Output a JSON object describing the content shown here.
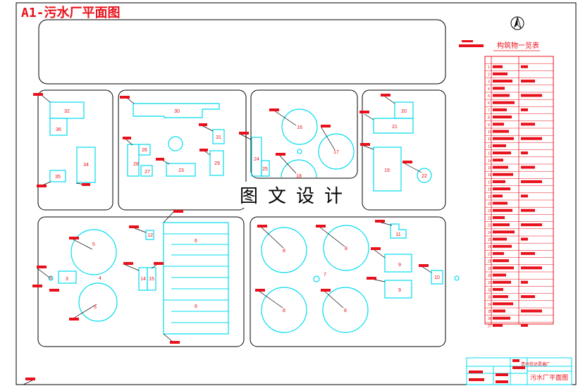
{
  "page_title": "A1-污水厂平面图",
  "watermark": "图文设计",
  "north_symbol": "north-arrow-icon",
  "structure_list": {
    "title": "构筑物一览表",
    "rows": [
      "1",
      "2",
      "3",
      "4",
      "5",
      "6",
      "7",
      "8",
      "9",
      "10",
      "11",
      "12",
      "13",
      "14",
      "15",
      "16",
      "17",
      "18",
      "19",
      "20",
      "21",
      "22",
      "23",
      "24",
      "25",
      "26",
      "27",
      "28",
      "29",
      "30",
      "31",
      "32",
      "33",
      "34",
      "35",
      "36",
      "37"
    ]
  },
  "buildings": [
    {
      "no": "32"
    },
    {
      "no": "36"
    },
    {
      "no": "34"
    },
    {
      "no": "35"
    },
    {
      "no": "30"
    },
    {
      "no": "31"
    },
    {
      "no": "26"
    },
    {
      "no": "28"
    },
    {
      "no": "27"
    },
    {
      "no": "23"
    },
    {
      "no": "29"
    },
    {
      "no": "24"
    },
    {
      "no": "25"
    },
    {
      "no": "16"
    },
    {
      "no": "17"
    },
    {
      "no": "18"
    },
    {
      "no": "20"
    },
    {
      "no": "21"
    },
    {
      "no": "19"
    },
    {
      "no": "22"
    },
    {
      "no": "5"
    },
    {
      "no": "5"
    },
    {
      "no": "4"
    },
    {
      "no": "3"
    },
    {
      "no": "8"
    },
    {
      "no": "12"
    },
    {
      "no": "14"
    },
    {
      "no": "15"
    },
    {
      "no": "6"
    },
    {
      "no": "6"
    },
    {
      "no": "8"
    },
    {
      "no": "8"
    },
    {
      "no": "8"
    },
    {
      "no": "8"
    },
    {
      "no": "7"
    },
    {
      "no": "11"
    },
    {
      "no": "9"
    },
    {
      "no": "9"
    },
    {
      "no": "10"
    }
  ],
  "title_block": {
    "unit": "贵州信达是遍厂",
    "drawing_name": "污水厂平面图"
  },
  "colors": {
    "outline": "#000000",
    "building": "#00dcef",
    "text": "#e8101a",
    "leader": "#000000"
  }
}
